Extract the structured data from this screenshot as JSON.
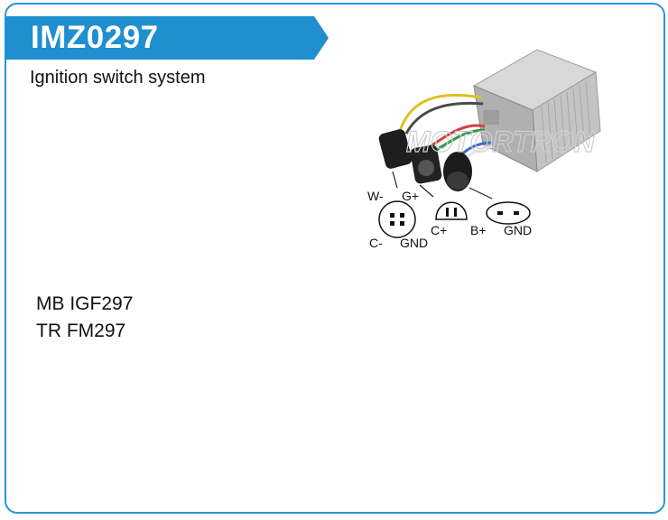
{
  "header": {
    "part_number": "IMZ0297"
  },
  "description": "Ignition switch system",
  "cross_references": [
    {
      "label": "MB IGF297"
    },
    {
      "label": "TR FM297"
    }
  ],
  "connector_pins": {
    "c1_top_left": "W-",
    "c1_top_right": "G+",
    "c1_bottom_left": "C-",
    "c1_bottom_right": "GND",
    "c2": "C+",
    "c3_left": "B+",
    "c3_right": "GND"
  },
  "watermark": "MOTORTRON",
  "colors": {
    "accent": "#2a95d3",
    "banner": "#1f8fd0"
  }
}
